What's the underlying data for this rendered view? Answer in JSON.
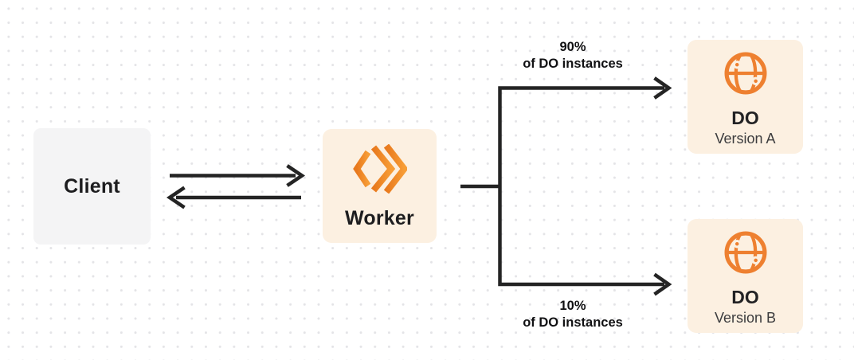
{
  "nodes": {
    "client": {
      "label": "Client"
    },
    "worker": {
      "label": "Worker"
    },
    "do_version_a": {
      "title": "DO",
      "subtitle": "Version A"
    },
    "do_version_b": {
      "title": "DO",
      "subtitle": "Version B"
    }
  },
  "edges": {
    "client_worker": {
      "description": "bidirectional request/response arrows"
    },
    "worker_to_version_a": {
      "percent": "90%",
      "caption": "of DO instances"
    },
    "worker_to_version_b": {
      "percent": "10%",
      "caption": "of DO instances"
    }
  },
  "icons": {
    "worker": "cloudflare-workers-icon",
    "durable_object": "durable-object-globe-icon"
  },
  "colors": {
    "accent_orange": "#F0801F",
    "card_cream": "#FCF0E1",
    "card_gray": "#F4F4F5",
    "connector_dark": "#242424",
    "dot_grid": "#E4E4E7"
  }
}
